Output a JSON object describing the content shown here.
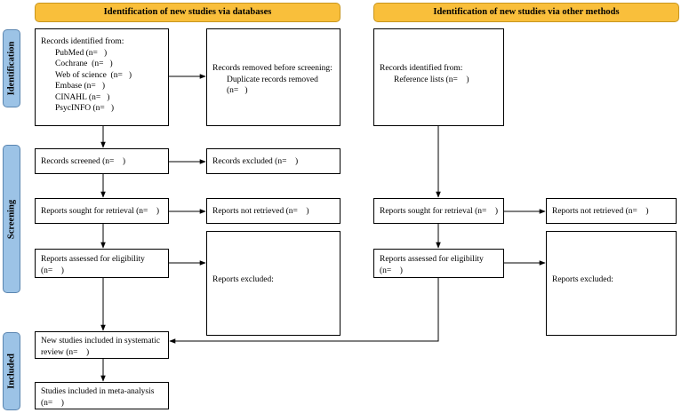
{
  "headers": {
    "databases": "Identification of new studies via databases",
    "other": "Identification of new studies via other methods"
  },
  "stages": {
    "identification": "Identification",
    "screening": "Screening",
    "included": "Included"
  },
  "db": {
    "identified": {
      "title": "Records identified from:",
      "sources": [
        "PubMed (n=   )",
        "Cochrane  (n=   )",
        "Web of science  (n=   )",
        "Embase (n=   )",
        "CINAHL (n=   )",
        "PsycINFO (n=   )"
      ]
    },
    "removed": {
      "title": "Records removed before screening:",
      "line1": "Duplicate records removed",
      "line2": "(n=   )"
    },
    "screened": "Records screened (n=    )",
    "excluded": "Records excluded (n=    )",
    "sought": "Reports sought for retrieval (n=    )",
    "not_retrieved": "Reports not retrieved (n=    )",
    "assessed": {
      "line1": "Reports assessed for eligibility",
      "line2": "(n=    )"
    },
    "reports_excluded": "Reports excluded:"
  },
  "other": {
    "identified": {
      "title": "Records identified from:",
      "line1": "Reference lists (n=    )"
    },
    "sought": "Reports sought for retrieval (n=    )",
    "not_retrieved": "Reports not retrieved (n=    )",
    "assessed": {
      "line1": "Reports assessed for eligibility",
      "line2": "(n=    )"
    },
    "reports_excluded": "Reports excluded:"
  },
  "included": {
    "new_studies": {
      "line1": "New studies included in systematic",
      "line2": "review (n=    )"
    },
    "meta": {
      "line1": "Studies included in meta-analysis",
      "line2": "(n=    )"
    }
  }
}
